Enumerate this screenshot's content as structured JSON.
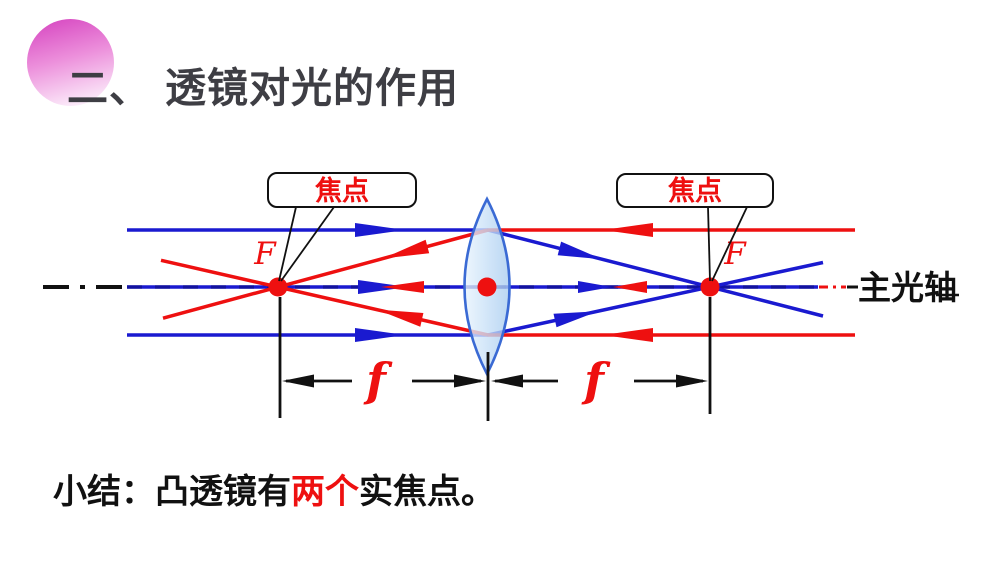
{
  "title": {
    "part1": "二、",
    "part2": "透镜对光的作用"
  },
  "diagram": {
    "callout_left": {
      "label": "焦点"
    },
    "callout_right": {
      "label": "焦点"
    },
    "focal_left": {
      "label": "F"
    },
    "focal_right": {
      "label": "F"
    },
    "dim_left": {
      "label": "f"
    },
    "dim_right": {
      "label": "f"
    },
    "axis": {
      "label": "主光轴"
    }
  },
  "summary": {
    "part1": "小结：凸透镜有",
    "highlight": "两个",
    "part2": "实焦点。"
  },
  "colors": {
    "ray_blue": "#1a1ad0",
    "ray_red": "#ee1010",
    "ink": "#111111",
    "lens_stroke": "#3a6ad4",
    "lens_fill_a": "#e9f4fc",
    "lens_fill_b": "#a9cdef",
    "title_ink": "#3e3e44",
    "pink_a": "#d94fc4",
    "pink_b": "#fceffb"
  }
}
